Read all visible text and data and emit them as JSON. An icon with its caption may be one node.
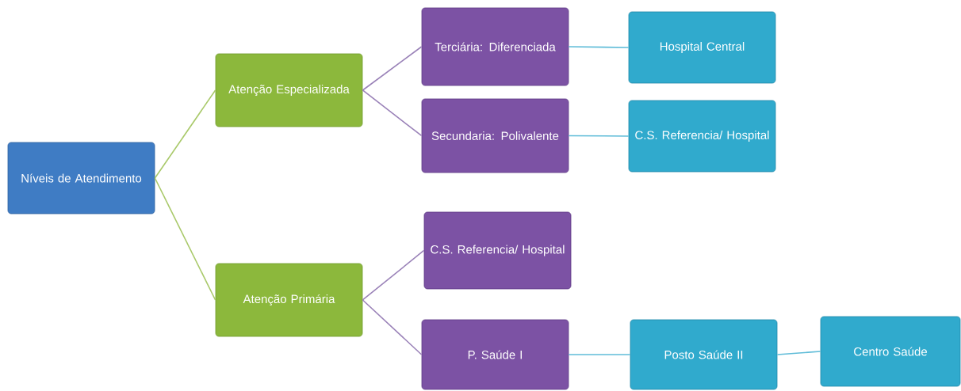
{
  "diagram": {
    "nodes": [
      {
        "text": [
          "Níveis de Atendimento"
        ]
      },
      {
        "text": [
          "Atenção Especializada"
        ]
      },
      {
        "text": [
          "Atenção Primária"
        ]
      },
      {
        "text": [
          "Terciária: Diferenciada"
        ]
      },
      {
        "text": [
          "Secundaria: Polivalente"
        ]
      },
      {
        "text": [
          "Hospital Central"
        ]
      },
      {
        "text": [
          "C.S. Referencia/ Hospital"
        ]
      },
      {
        "text": [
          "C.S. Referencia/ Hospital"
        ]
      },
      {
        "text": [
          "P. Saúde I"
        ]
      },
      {
        "text": [
          "Posto Saúde II"
        ]
      },
      {
        "text": [
          "Centro Saúde"
        ]
      }
    ],
    "edges": [
      {
        "from": 0,
        "to": 1,
        "arrow": "none",
        "color": "#a9c96a"
      },
      {
        "from": 0,
        "to": 2,
        "arrow": "none",
        "color": "#a9c96a"
      },
      {
        "from": 1,
        "to": 3,
        "arrow": "none",
        "color": "#9a82b8"
      },
      {
        "from": 1,
        "to": 4,
        "arrow": "none",
        "color": "#9a82b8"
      },
      {
        "from": 2,
        "to": 7,
        "arrow": "none",
        "color": "#9a82b8"
      },
      {
        "from": 2,
        "to": 8,
        "arrow": "none",
        "color": "#9a82b8"
      },
      {
        "from": 3,
        "to": 5,
        "arrow": "none",
        "color": "#5fbcd8"
      },
      {
        "from": 4,
        "to": 6,
        "arrow": "none",
        "color": "#5fbcd8"
      },
      {
        "from": 8,
        "to": 9,
        "arrow": "none",
        "color": "#5fbcd8"
      },
      {
        "from": 9,
        "to": 10,
        "arrow": "none",
        "color": "#5fbcd8"
      }
    ]
  }
}
